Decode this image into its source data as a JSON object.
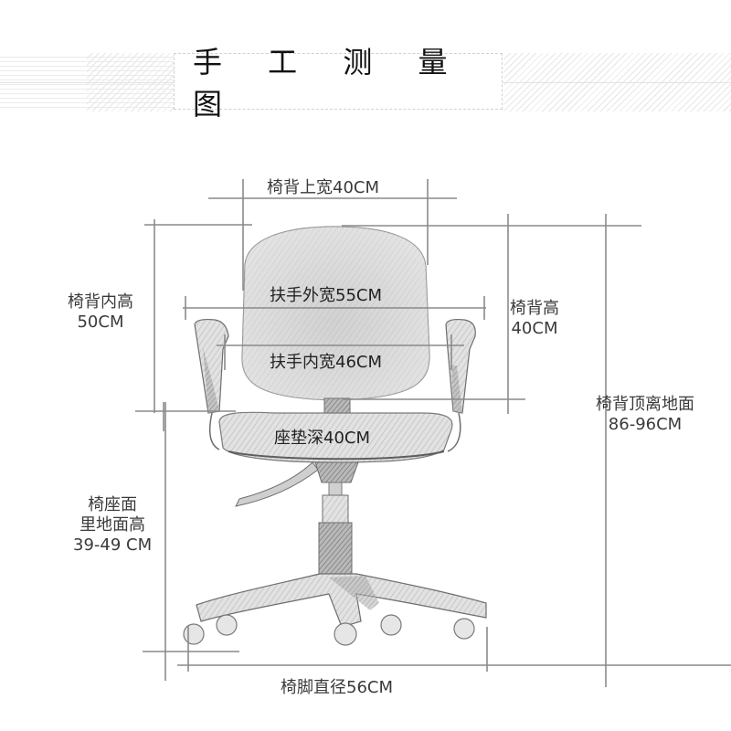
{
  "header": {
    "title": "手 工 测 量 图"
  },
  "dimensions": {
    "backrest_top_width": "椅背上宽40CM",
    "backrest_inner_height": {
      "line1": "椅背内高",
      "line2": "50CM"
    },
    "armrest_outer_width": "扶手外宽55CM",
    "armrest_inner_width": "扶手内宽46CM",
    "backrest_height": {
      "line1": "椅背高",
      "line2": "40CM"
    },
    "backrest_top_to_floor": {
      "line1": "椅背顶离地面",
      "line2": "86-96CM"
    },
    "seat_depth": "座垫深40CM",
    "seat_height": {
      "line1": "椅座面",
      "line2": "里地面高",
      "line3": "39-49 CM"
    },
    "base_diameter": "椅脚直径56CM"
  },
  "colors": {
    "dimension_line": "#8a8a8a",
    "chair_fill": "#d8d8d8",
    "chair_stroke": "#6e6e6e",
    "text": "#333333"
  }
}
